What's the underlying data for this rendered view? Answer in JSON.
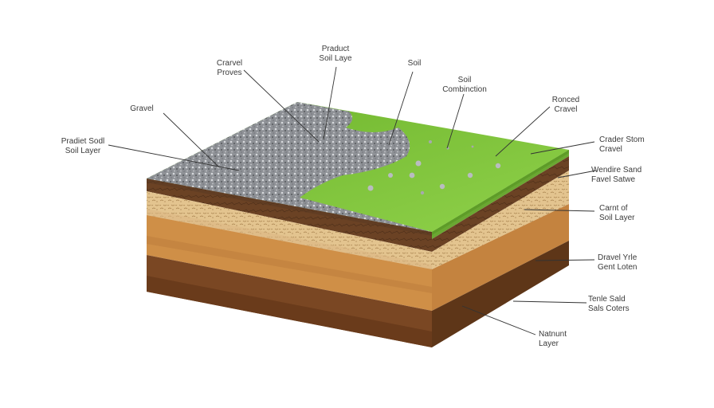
{
  "labels": {
    "produced_soil_layer": {
      "line1": "Praduct",
      "line2": "Soil Laye"
    },
    "gravel_proves": {
      "line1": "Crarvel",
      "line2": "Proves"
    },
    "soil": {
      "line1": "Soil",
      "line2": ""
    },
    "soil_combination": {
      "line1": "Soil",
      "line2": "Combinction"
    },
    "gravel": {
      "line1": "Gravel",
      "line2": ""
    },
    "ronced_gravel": {
      "line1": "Ronced",
      "line2": "Cravel"
    },
    "pradiet_soil_layer": {
      "line1": "Pradiet Sodl",
      "line2": "Soil Layer"
    },
    "crader_stom_gravel": {
      "line1": "Crader Stom",
      "line2": "Cravel"
    },
    "wendire_sand_favel": {
      "line1": "Wendire Sand",
      "line2": "Favel Satwe"
    },
    "carnt_of_soil_layer": {
      "line1": "Carnt of",
      "line2": "Soil Layer"
    },
    "gravel_yrle_gent": {
      "line1": "Dravel Yrle",
      "line2": "Gent Loten"
    },
    "tenle_sand": {
      "line1": "Tenle Sald",
      "line2": "Sals Coters"
    },
    "natnunt_layer": {
      "line1": "Natnunt",
      "line2": "Layer"
    }
  },
  "colors": {
    "grass": "#7cc23a",
    "gravel": "#9a9da2",
    "topsoil": "#6e4526",
    "sand": "#e2c28c",
    "clay": "#c98a45",
    "subsoil": "#7a4a24",
    "leader": "#333333"
  }
}
